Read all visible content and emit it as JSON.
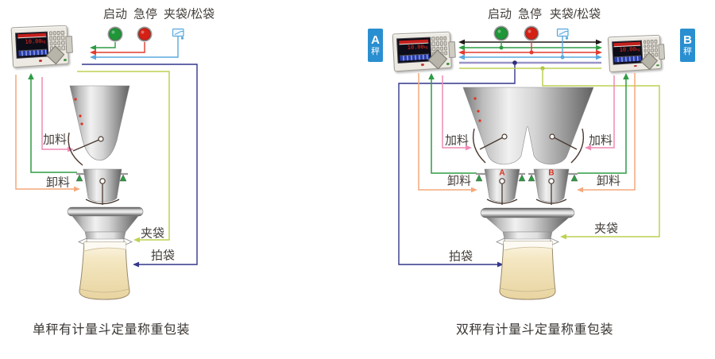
{
  "controller": {
    "display_value": "10.00",
    "display_unit": "kg"
  },
  "left_diagram": {
    "caption": "单秤有计量斗定量称重包装",
    "signal_labels": {
      "start": "启动",
      "estop": "急停",
      "clamp_release": "夹袋/松袋"
    },
    "action_labels": {
      "feed": "加料",
      "discharge": "卸料",
      "clamp": "夹袋",
      "pat": "拍袋"
    }
  },
  "right_diagram": {
    "caption": "双秤有计量斗定量称重包装",
    "signal_labels": {
      "start": "启动",
      "estop": "急停",
      "clamp_release": "夹袋/松袋"
    },
    "action_labels": {
      "feed_left": "加料",
      "feed_right": "加料",
      "discharge_left": "卸料",
      "discharge_right": "卸料",
      "clamp": "夹袋",
      "pat": "拍袋"
    },
    "scale_a_tag": {
      "line1": "A",
      "line2": "秤"
    },
    "scale_b_tag": {
      "line1": "B",
      "line2": "秤"
    },
    "hopper_labels": {
      "a": "A",
      "b": "B"
    }
  },
  "colors": {
    "green": "#2e9b44",
    "red": "#e23b2e",
    "blue": "#5aa9dd",
    "navy": "#34378c",
    "lavender": "#9a94c8",
    "yellow_green": "#bdd152",
    "orange": "#f4a97c",
    "pink": "#ef8ab4",
    "scale_tag_blue": "#2a8fd0",
    "button_green": "#1f9638",
    "button_red": "#d42015"
  }
}
